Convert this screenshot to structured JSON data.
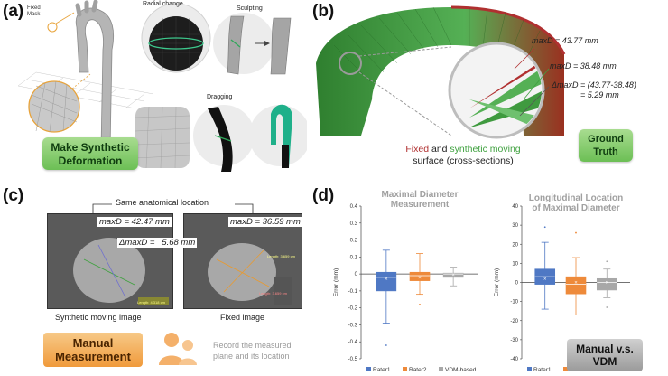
{
  "panel_a": {
    "label": "(a)",
    "fixed_mask": "Fixed\nMask",
    "radial_change": "Radial change",
    "sculpting": "Sculpting",
    "dragging": "Dragging",
    "button": "Make Synthetic\nDeformation"
  },
  "panel_b": {
    "label": "(b)",
    "maxd1": "maxD = 43.77 mm",
    "maxd2": "maxD = 38.48 mm",
    "delta_line1": "ΔmaxD = (43.77-38.48)",
    "delta_line2": "= 5.29 mm",
    "caption_fixed": "Fixed",
    "caption_and": " and ",
    "caption_synthetic": "synthetic moving",
    "caption_line2": "surface (cross-sections)",
    "button": "Ground\nTruth",
    "colors": {
      "fixed": "#b03030",
      "synthetic": "#3fa13f"
    }
  },
  "panel_c": {
    "label": "(c)",
    "same_location": "Same anatomical location",
    "maxd_left": "maxD = 42.47 mm",
    "maxd_right": "maxD = 36.59 mm",
    "delta": "ΔmaxD =",
    "delta_value": "5.68 mm",
    "caption_left": "Synthetic moving image",
    "caption_right": "Fixed image",
    "button": "Manual\nMeasurement",
    "record_text": "Record the measured\nplane and its location",
    "left_len": "Length: 4.318 cm",
    "right_len1": "Length: 3.659 cm",
    "right_len2": "Length: 3.659 cm"
  },
  "panel_d": {
    "label": "(d)",
    "button": "Manual v.s.\nVDM",
    "colors": {
      "rater1": "#4f78c4",
      "rater2": "#ee8a3a",
      "vdm": "#a8a8a8"
    }
  },
  "chart_data": [
    {
      "type": "box",
      "title": "Maximal Diameter\nMeasurement",
      "ylabel": "Error (mm)",
      "ylim": [
        -0.5,
        0.4
      ],
      "yticks": [
        "0.4",
        "0.3",
        "0.2",
        "0.1",
        "0",
        "-0.1",
        "-0.2",
        "-0.3",
        "-0.4",
        "-0.5"
      ],
      "legend": [
        "Rater1",
        "Rater2",
        "VDM-based"
      ],
      "series": [
        {
          "name": "Rater1",
          "whisker_low": -0.29,
          "q1": -0.1,
          "median": -0.02,
          "q3": 0.01,
          "whisker_high": 0.14,
          "mean": -0.03,
          "outliers": [
            -0.42
          ]
        },
        {
          "name": "Rater2",
          "whisker_low": -0.12,
          "q1": -0.04,
          "median": -0.01,
          "q3": 0.01,
          "whisker_high": 0.12,
          "mean": -0.02,
          "outliers": [
            -0.18
          ]
        },
        {
          "name": "VDM-based",
          "whisker_low": -0.07,
          "q1": -0.02,
          "median": 0.0,
          "q3": 0.005,
          "whisker_high": 0.04,
          "mean": -0.005,
          "outliers": []
        }
      ]
    },
    {
      "type": "box",
      "title": "Longitudinal Location\nof Maximal Diameter",
      "ylabel": "Error (mm)",
      "ylim": [
        -40,
        40
      ],
      "yticks": [
        "40",
        "30",
        "20",
        "10",
        "0",
        "-10",
        "-20",
        "-30",
        "-40"
      ],
      "legend": [
        "Rater1",
        "Rater2"
      ],
      "series": [
        {
          "name": "Rater1",
          "whisker_low": -14,
          "q1": -1,
          "median": 3,
          "q3": 7,
          "whisker_high": 21,
          "mean": 2,
          "outliers": [
            29
          ]
        },
        {
          "name": "Rater2",
          "whisker_low": -17,
          "q1": -6,
          "median": -1,
          "q3": 3,
          "whisker_high": 13,
          "mean": 0,
          "outliers": [
            26
          ]
        },
        {
          "name": "VDM-based",
          "whisker_low": -8,
          "q1": -4,
          "median": 0,
          "q3": 2,
          "whisker_high": 7,
          "mean": 0,
          "outliers": [
            11,
            -13
          ]
        }
      ]
    }
  ]
}
